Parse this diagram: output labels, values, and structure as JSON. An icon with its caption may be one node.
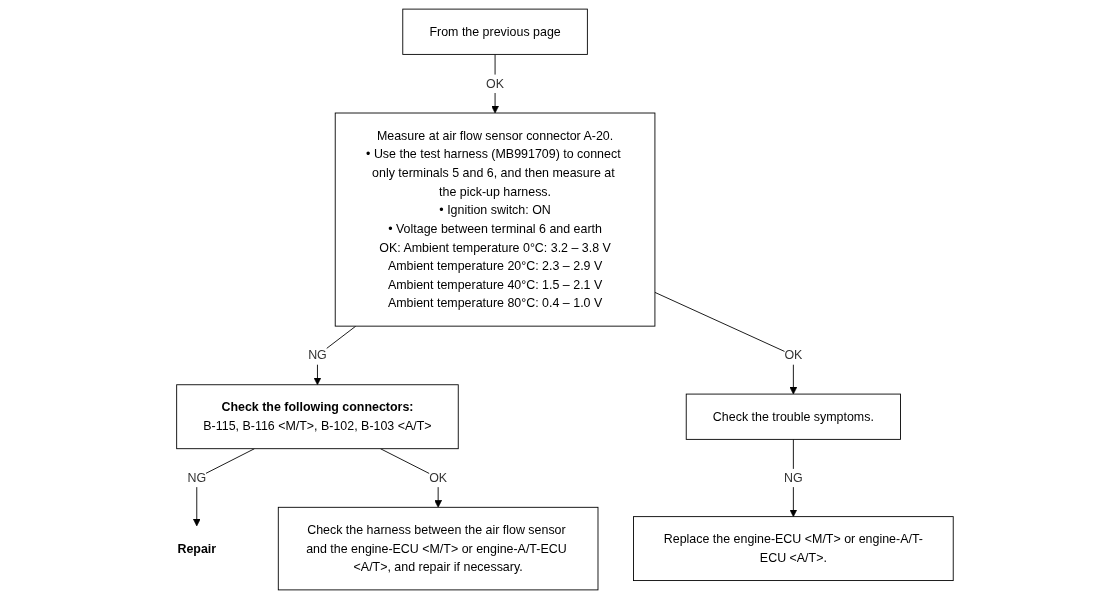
{
  "diagram": {
    "nodes": [
      {
        "text": [
          "From the previous page"
        ]
      },
      {
        "text": [
          "Measure at air flow sensor connector A-20.",
          "• Use the test harness (MB991709) to connect only terminals 5 and 6, and then measure at the pick-up harness.",
          "• Ignition switch: ON",
          "• Voltage between terminal 6 and earth",
          "OK: Ambient temperature 0°C: 3.2 – 3.8 V",
          "Ambient temperature 20°C: 2.3 – 2.9 V",
          "Ambient temperature 40°C: 1.5 – 2.1 V",
          "Ambient temperature 80°C: 0.4 – 1.0 V"
        ]
      },
      {
        "text": [
          "Check the following connectors:",
          "B-115, B-116 <M/T>, B-102, B-103 <A/T>"
        ]
      },
      {
        "text": [
          "Repair"
        ]
      },
      {
        "text": [
          "Check the harness between the air flow sensor and the engine-ECU <M/T> or engine-A/T-ECU <A/T>, and repair if necessary."
        ]
      },
      {
        "text": [
          "Check the trouble symptoms."
        ]
      },
      {
        "text": [
          "Replace the engine-ECU <M/T> or engine-A/T-ECU <A/T>."
        ]
      }
    ],
    "edges": [
      {
        "from": 0,
        "to": 1,
        "arrow": "to",
        "label": "OK"
      },
      {
        "from": 1,
        "to": 2,
        "arrow": "to",
        "label": "NG"
      },
      {
        "from": 2,
        "to": 3,
        "arrow": "to",
        "label": "NG"
      },
      {
        "from": 2,
        "to": 4,
        "arrow": "to",
        "label": "OK"
      },
      {
        "from": 1,
        "to": 5,
        "arrow": "to",
        "label": "OK"
      },
      {
        "from": 5,
        "to": 6,
        "arrow": "to",
        "label": "NG"
      }
    ]
  }
}
